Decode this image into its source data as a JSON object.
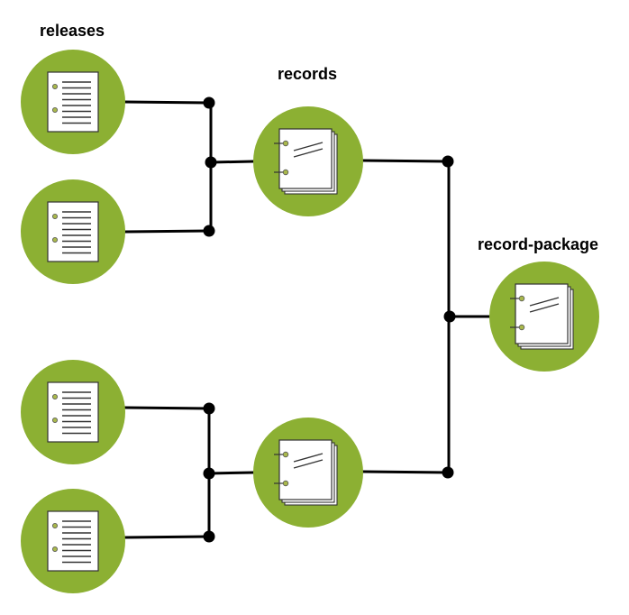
{
  "labels": {
    "releases": "releases",
    "records": "records",
    "record_package": "record-package"
  },
  "colors": {
    "node_fill": "#8cb033",
    "line": "#000000",
    "paper": "#ffffff",
    "hole": "#a9b84c"
  },
  "nodes": [
    {
      "id": "release-1",
      "kind": "release",
      "icon": "document-lines-icon"
    },
    {
      "id": "release-2",
      "kind": "release",
      "icon": "document-lines-icon"
    },
    {
      "id": "release-3",
      "kind": "release",
      "icon": "document-lines-icon"
    },
    {
      "id": "release-4",
      "kind": "release",
      "icon": "document-lines-icon"
    },
    {
      "id": "record-1",
      "kind": "record",
      "icon": "document-stack-icon"
    },
    {
      "id": "record-2",
      "kind": "record",
      "icon": "document-stack-icon"
    },
    {
      "id": "record-package",
      "kind": "record-package",
      "icon": "document-stack-icon"
    }
  ],
  "edges": [
    {
      "from": "release-1",
      "to": "record-1"
    },
    {
      "from": "release-2",
      "to": "record-1"
    },
    {
      "from": "release-3",
      "to": "record-2"
    },
    {
      "from": "release-4",
      "to": "record-2"
    },
    {
      "from": "record-1",
      "to": "record-package"
    },
    {
      "from": "record-2",
      "to": "record-package"
    }
  ]
}
